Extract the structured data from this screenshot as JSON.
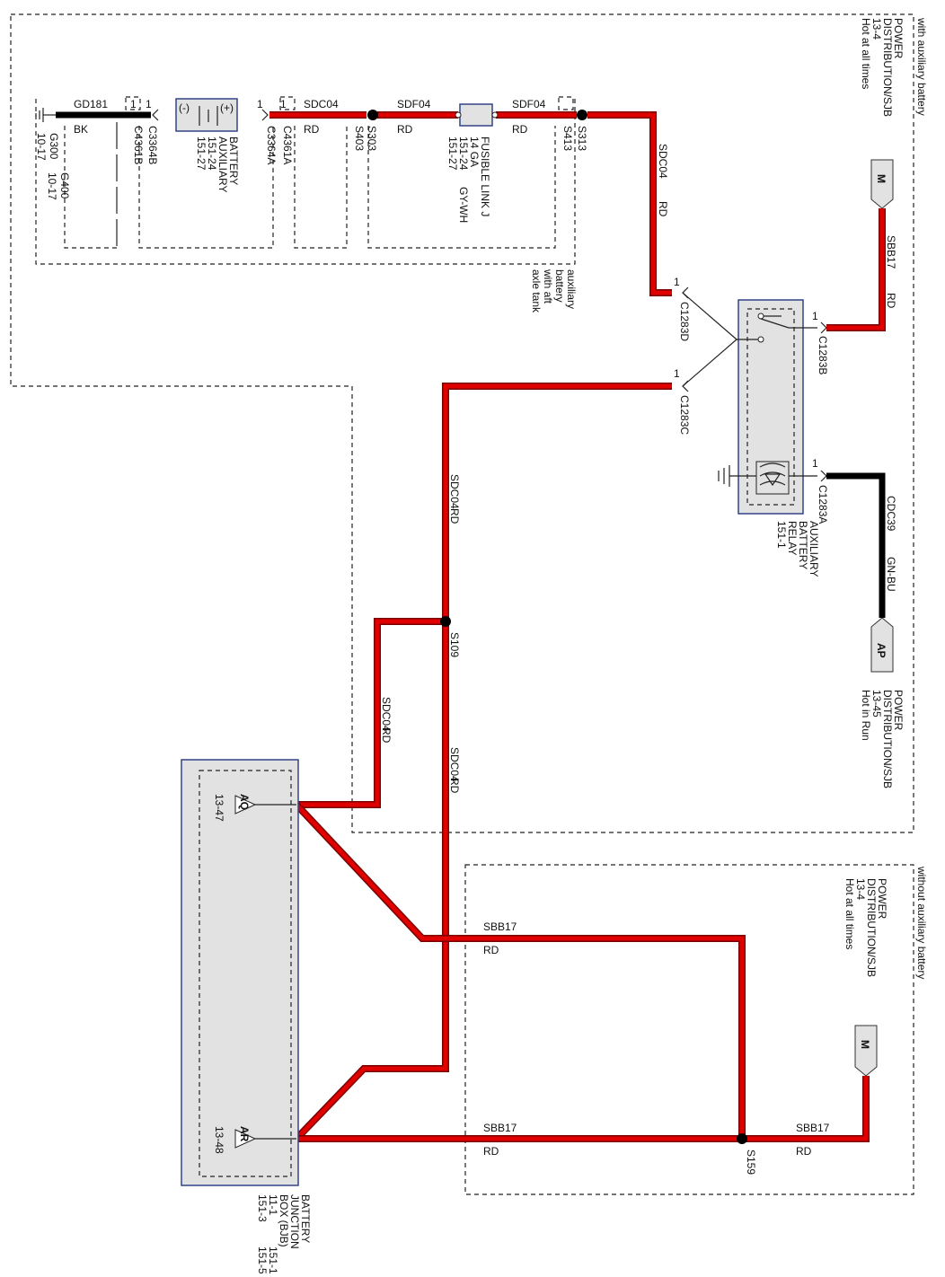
{
  "regions": {
    "with_aux": "with auxiliary battery",
    "without_aux": "without auxiliary battery",
    "aux_tank": [
      "auxiliary",
      "battery",
      "with aft",
      "axle tank"
    ]
  },
  "power_sources": {
    "top_m": {
      "id": "M",
      "lines": [
        "POWER",
        "DISTRIBUTION/SJB",
        "13-4",
        "Hot at all times"
      ]
    },
    "ap": {
      "id": "AP",
      "lines": [
        "POWER",
        "DISTRIBUTION/SJB",
        "13-45",
        "Hot in Run"
      ]
    },
    "bottom_m": {
      "id": "M",
      "lines": [
        "POWER",
        "DISTRIBUTION/SJB",
        "13-4",
        "Hot at all times"
      ]
    }
  },
  "components": {
    "aux_battery": {
      "lines": [
        "BATTERY",
        "AUXILIARY",
        "151-24",
        "151-27"
      ],
      "neg": "(-)",
      "pos": "(+)"
    },
    "fusible_link": {
      "lines": [
        "FUSIBLE LINK J",
        "14 GA",
        "151-24",
        "151-27"
      ],
      "wire": "GY-WH"
    },
    "relay": {
      "lines": [
        "AUXILIARY",
        "BATTERY",
        "RELAY",
        "151-1"
      ]
    },
    "bjb": {
      "lines": [
        "BATTERY",
        "JUNCTION",
        "BOX (BJB)",
        "11-1",
        "151-3"
      ],
      "refs2": [
        "151-1",
        "151-5"
      ],
      "pin_aq": "AQ",
      "pin_aq_ref": "13-47",
      "pin_ar": "AR",
      "pin_ar_ref": "13-48"
    }
  },
  "grounds": {
    "g300": "G300",
    "g300_ref": "10-17",
    "g400": "G400",
    "g400_ref": "10-17"
  },
  "connectors": {
    "c3364b": "C3364B",
    "c4361b": "C4361B",
    "c3364a": "C3364A",
    "c4361a": "C4361A",
    "c1283d": "C1283D",
    "c1283c": "C1283C",
    "c1283b": "C1283B",
    "c1283a": "C1283A",
    "pin1": "1"
  },
  "splices": {
    "s303": "S303",
    "s403": "S403",
    "s313": "S313",
    "s413": "S413",
    "s109": "S109",
    "s159": "S159"
  },
  "wires": {
    "gd181": "GD181",
    "bk": "BK",
    "sdc04": "SDC04",
    "sdf04": "SDF04",
    "sbb17": "SBB17",
    "cdc39": "CDC39",
    "rd": "RD",
    "gnbu": "GN-BU"
  },
  "colors": {
    "wire_red": "#e00000",
    "wire_outline": "#7a0000",
    "wire_black": "#000000",
    "component_fill": "#e2e2e2",
    "component_border": "#334488"
  }
}
